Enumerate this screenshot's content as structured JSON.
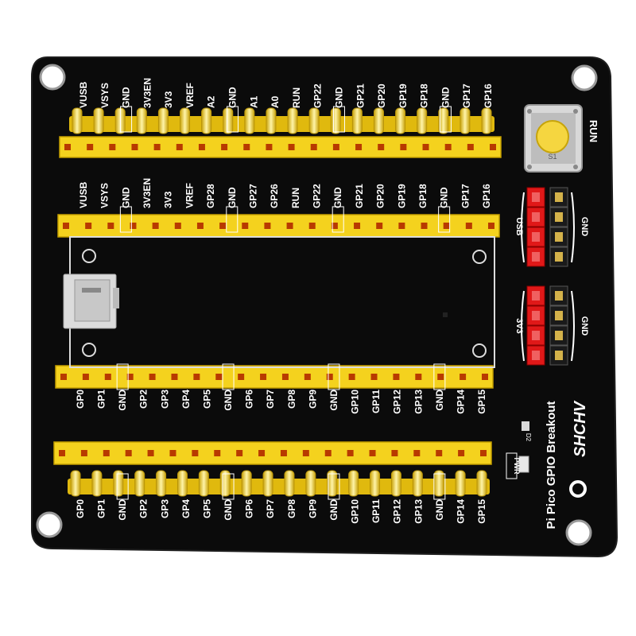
{
  "board": {
    "title": "Pi Pico GPIO Breakout",
    "brand": "SHCHV",
    "board_color": "#0b0b0b",
    "header_color": "#f4d21e",
    "silkscreen_color": "#ffffff"
  },
  "top_header_labels": [
    "VUSB",
    "VSYS",
    "GND",
    "3V3EN",
    "3V3",
    "VREF",
    "A2",
    "GND",
    "A1",
    "A0",
    "RUN",
    "GP22",
    "GND",
    "GP21",
    "GP20",
    "GP19",
    "GP18",
    "GND",
    "GP17",
    "GP16"
  ],
  "top_inner_labels": [
    "VUSB",
    "VSYS",
    "GND",
    "3V3EN",
    "3V3",
    "VREF",
    "GP28",
    "GND",
    "GP27",
    "GP26",
    "RUN",
    "GP22",
    "GND",
    "GP21",
    "GP20",
    "GP19",
    "GP18",
    "GND",
    "GP17",
    "GP16"
  ],
  "bottom_inner_labels": [
    "GP0",
    "GP1",
    "GND",
    "GP2",
    "GP3",
    "GP4",
    "GP5",
    "GND",
    "GP6",
    "GP7",
    "GP8",
    "GP9",
    "GND",
    "GP10",
    "GP11",
    "GP12",
    "GP13",
    "GND",
    "GP14",
    "GP15"
  ],
  "bottom_header_labels": [
    "GP0",
    "GP1",
    "GND",
    "GP2",
    "GP3",
    "GP4",
    "GP5",
    "GND",
    "GP6",
    "GP7",
    "GP8",
    "GP9",
    "GND",
    "GP10",
    "GP11",
    "GP12",
    "GP13",
    "GND",
    "GP14",
    "GP15"
  ],
  "run_button": {
    "label": "RUN",
    "ref": "S1"
  },
  "power_blocks": [
    {
      "left": "USB",
      "right": "GND"
    },
    {
      "left": "3V3",
      "right": "GND"
    }
  ],
  "led": {
    "label": "PWR",
    "ref": "D2"
  }
}
